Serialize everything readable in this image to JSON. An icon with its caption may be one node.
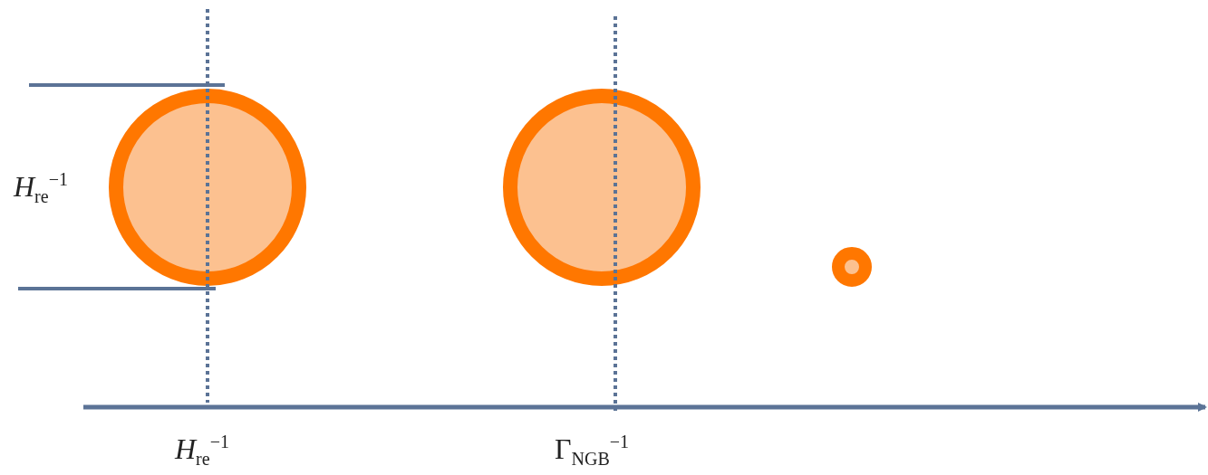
{
  "diagram": {
    "labels": [
      "*H*$_{re}$$^{−1}$",
      "*H*$_{re}$$^{−1}$",
      "Γ$_{NGB}$$^{−1}$"
    ]
  }
}
